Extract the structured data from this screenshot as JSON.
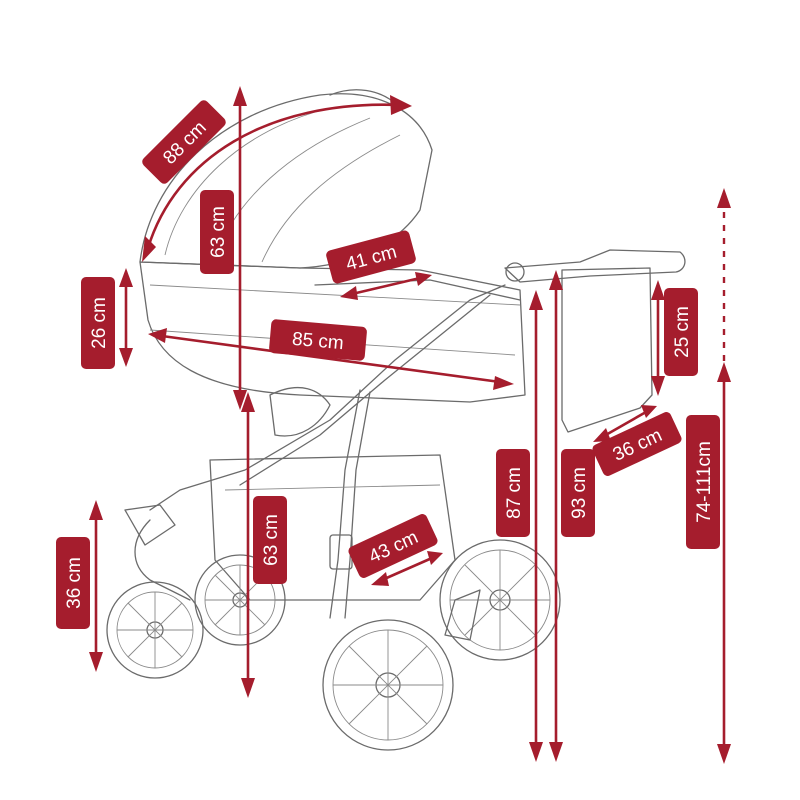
{
  "colors": {
    "accent": "#a51d2d",
    "label_text": "#ffffff",
    "outline": "#6b6b6b"
  },
  "dimensions": {
    "canopy_arc": "88 cm",
    "canopy_height": "63 cm",
    "carrycot_side_depth": "26 cm",
    "carrycot_inner_width": "41 cm",
    "carrycot_length": "85 cm",
    "frame_height": "63 cm",
    "basket_width": "43 cm",
    "front_wheel_diameter": "36 cm",
    "bag_height": "25 cm",
    "bag_width": "36 cm",
    "handle_height_low": "87 cm",
    "handle_height_high": "93 cm",
    "handle_adjustable": "74-111cm"
  }
}
